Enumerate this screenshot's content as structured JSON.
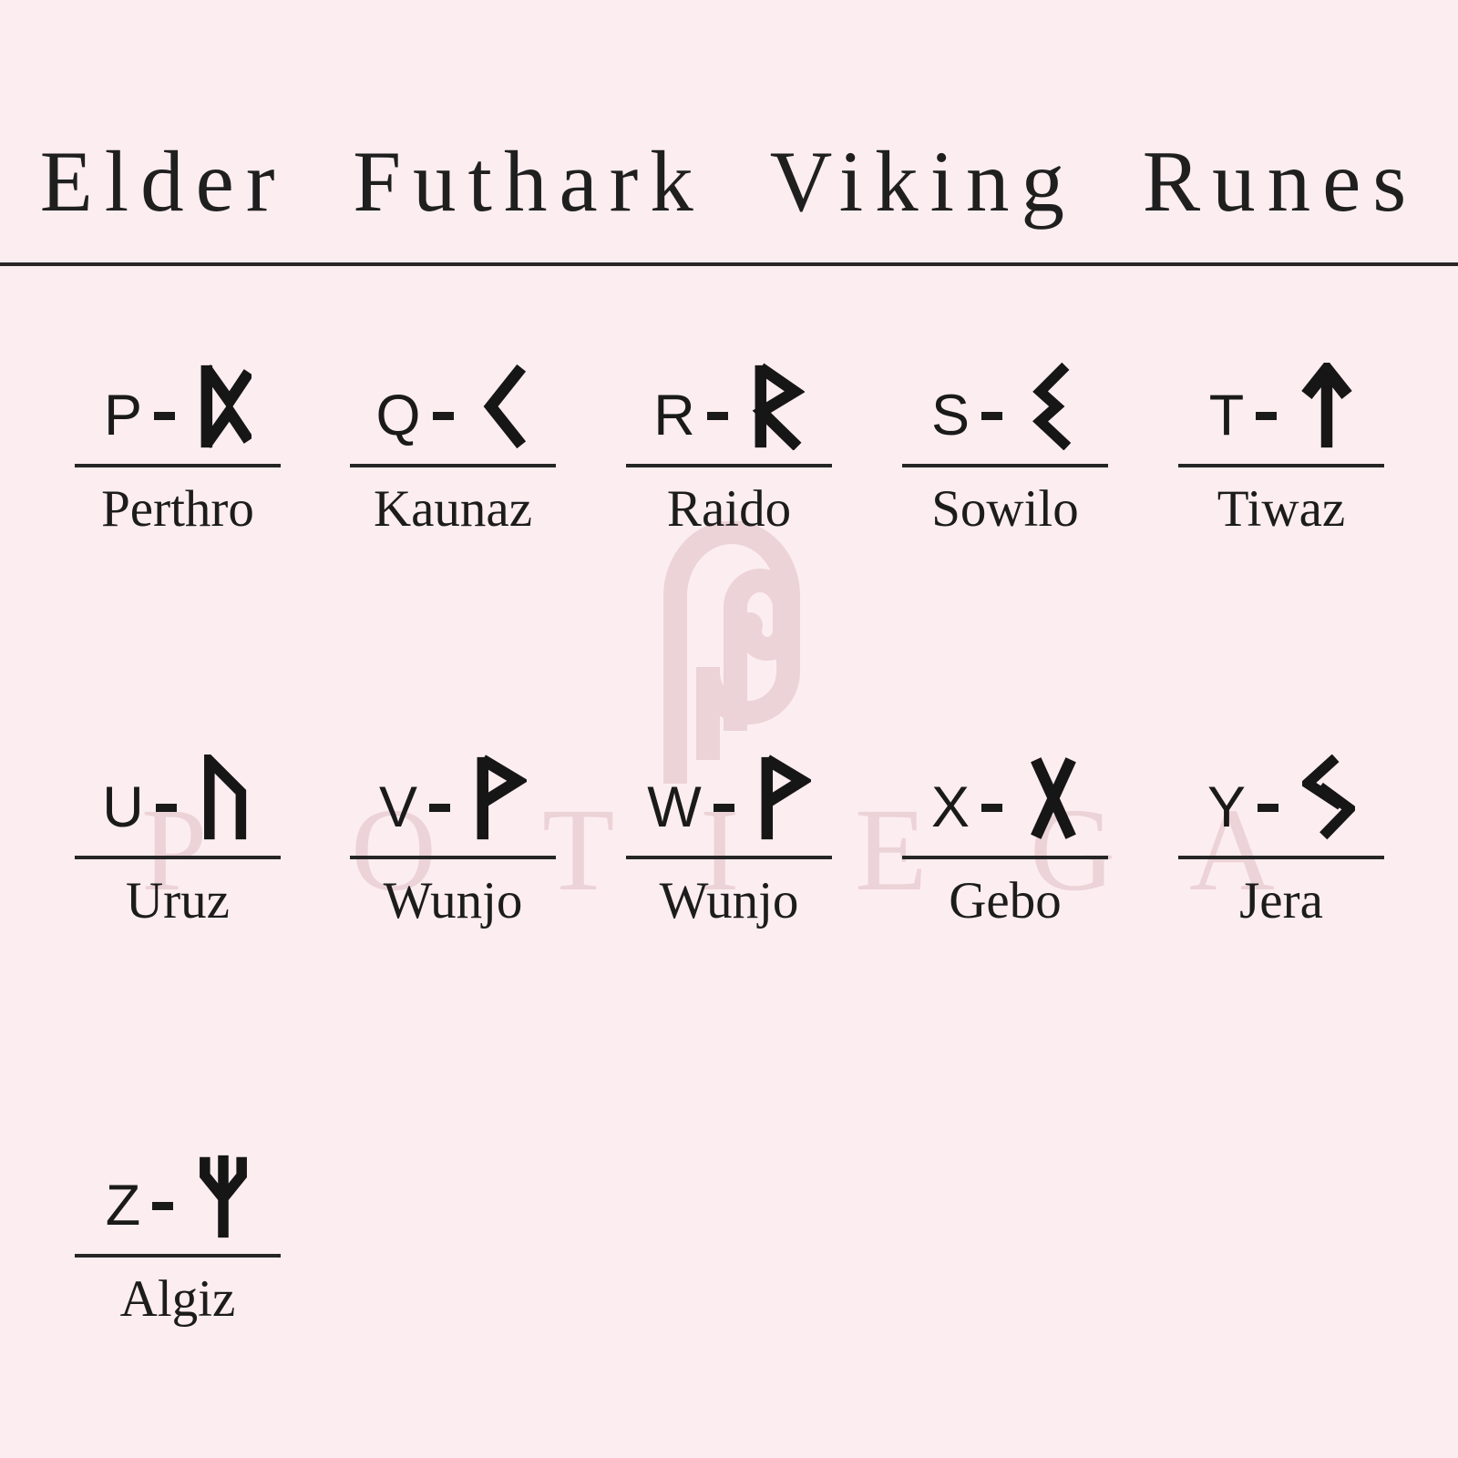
{
  "title": "Elder Futhark Viking Runes",
  "colors": {
    "background": "#fcedf0",
    "ink": "#161616",
    "rule": "#2b2628",
    "watermark": "#ecd3d7"
  },
  "watermark": {
    "text": "POTIEGA",
    "logo": "spiral-p-monogram"
  },
  "entries": [
    {
      "letter": "P",
      "rune": "perthro",
      "name": "Perthro"
    },
    {
      "letter": "Q",
      "rune": "kaunaz",
      "name": "Kaunaz"
    },
    {
      "letter": "R",
      "rune": "raido",
      "name": "Raido"
    },
    {
      "letter": "S",
      "rune": "sowilo",
      "name": "Sowilo"
    },
    {
      "letter": "T",
      "rune": "tiwaz",
      "name": "Tiwaz"
    },
    {
      "letter": "U",
      "rune": "uruz",
      "name": "Uruz"
    },
    {
      "letter": "V",
      "rune": "wunjo",
      "name": "Wunjo"
    },
    {
      "letter": "W",
      "rune": "wunjo",
      "name": "Wunjo"
    },
    {
      "letter": "X",
      "rune": "gebo",
      "name": "Gebo"
    },
    {
      "letter": "Y",
      "rune": "jera",
      "name": "Jera"
    },
    {
      "letter": "Z",
      "rune": "algiz",
      "name": "Algiz"
    }
  ]
}
